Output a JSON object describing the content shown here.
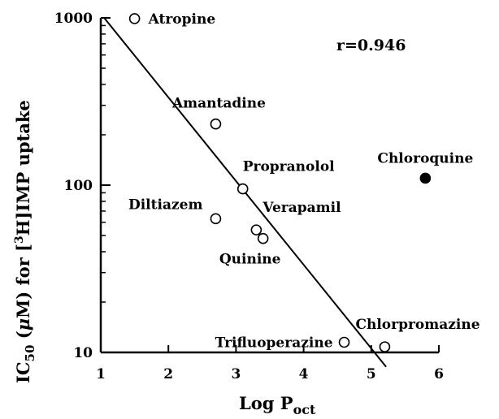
{
  "chart_data": {
    "type": "scatter",
    "y_scale": "log",
    "xlim": [
      1,
      6
    ],
    "ylim": [
      10,
      1000
    ],
    "x_ticks": [
      "1",
      "2",
      "3",
      "4",
      "5",
      "6"
    ],
    "y_ticks": [
      "10",
      "100",
      "1000"
    ],
    "xlabel_main": "Log P",
    "xlabel_sub": "oct",
    "ylabel_parts": [
      "IC",
      "50",
      " (",
      "μ",
      "M) for [",
      "3",
      "H]IMP uptake"
    ],
    "annotation": "r=0.946",
    "points": [
      {
        "label": "Atropine",
        "x": 1.5,
        "y": 990,
        "filled": false
      },
      {
        "label": "Amantadine",
        "x": 2.7,
        "y": 232,
        "filled": false
      },
      {
        "label": "Propranolol",
        "x": 3.1,
        "y": 95,
        "filled": false
      },
      {
        "label": "Diltiazem",
        "x": 2.7,
        "y": 63,
        "filled": false
      },
      {
        "label": "Verapamil",
        "x": 3.3,
        "y": 54,
        "filled": false
      },
      {
        "label": "Quinine",
        "x": 3.4,
        "y": 48,
        "filled": false
      },
      {
        "label": "Trifluoperazine",
        "x": 4.6,
        "y": 11.5,
        "filled": false
      },
      {
        "label": "Chlorpromazine",
        "x": 5.2,
        "y": 10.8,
        "filled": false
      },
      {
        "label": "Chloroquine",
        "x": 5.8,
        "y": 110,
        "filled": true
      }
    ],
    "fit_line": {
      "x": [
        1.05,
        5.22
      ],
      "y": [
        1000,
        8.2
      ]
    },
    "grid": false
  }
}
